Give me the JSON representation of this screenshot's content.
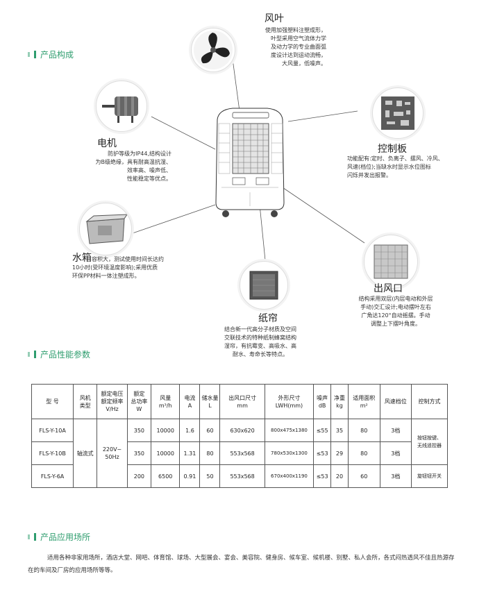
{
  "sections": {
    "composition": "产品构成",
    "performance": "产品性能参数",
    "application": "产品应用场所"
  },
  "components": {
    "fan": {
      "title": "风叶",
      "desc": [
        "使用加强塑料注塑成形，",
        "叶型采用空气流体力学",
        "及动力学的专业曲面弧",
        "度设计达到运动流畅，",
        "大风量，低噪声。"
      ]
    },
    "motor": {
      "title": "电机",
      "desc": [
        "防护等级为IP44,结构设计",
        "为B级绝缘，具有耐高温抗湿、",
        "效率高、噪声低、",
        "性能稳定等优点。"
      ]
    },
    "control": {
      "title": "控制板",
      "desc": [
        "功能配有:定时、负离子、摆风、冷风、",
        "风速(档位);当缺水时显示水位图标",
        "闪烁并发出报警。"
      ]
    },
    "tank": {
      "title": "水箱",
      "title_suffix": "容积大，测试使用时间长达约",
      "desc": [
        "10小时(受环境温度影响);采用优质",
        "环保PP材料一体注塑成形。"
      ]
    },
    "outlet": {
      "title": "出风口",
      "desc": [
        "结构采用双层(内层电动和外层",
        "手动)交汇设计;电动摆叶左右",
        "广角达120°自动摇摆。手动",
        "调整上下摆叶角度。"
      ]
    },
    "curtain": {
      "title": "纸帘",
      "desc": [
        "结合新一代高分子材质及空间",
        "交联技术的特种纸制蜂窝结构",
        "湿帘，有抗霉变、高吸水、高",
        "耐水、寿命长等特点。"
      ]
    }
  },
  "table": {
    "headers": [
      [
        "型  号"
      ],
      [
        "风机",
        "类型"
      ],
      [
        "额定电压",
        "额定频率",
        "V/Hz"
      ],
      [
        "额定",
        "总功率",
        "W"
      ],
      [
        "风量",
        "m³/h"
      ],
      [
        "电流",
        "A"
      ],
      [
        "储水量",
        "L"
      ],
      [
        "出风口尺寸",
        "mm"
      ],
      [
        "外形尺寸",
        "LWH(mm)"
      ],
      [
        "噪声",
        "dB"
      ],
      [
        "净重",
        "kg"
      ],
      [
        "适用面积",
        "m²"
      ],
      [
        "风速档位"
      ],
      [
        "控制方式"
      ]
    ],
    "fan_type": "轴流式",
    "voltage": [
      "220V~",
      "50Hz"
    ],
    "rows": [
      {
        "model": "FLS-Y-10A",
        "power": "350",
        "airflow": "10000",
        "current": "1.6",
        "water": "60",
        "outlet": "630x620",
        "size": "800x475x1380",
        "noise": "≤55",
        "weight": "35",
        "area": "80",
        "speed": "3档"
      },
      {
        "model": "FLS-Y-10B",
        "power": "350",
        "airflow": "10000",
        "current": "1.31",
        "water": "80",
        "outlet": "553x568",
        "size": "780x530x1300",
        "noise": "≤53",
        "weight": "29",
        "area": "80",
        "speed": "3档"
      },
      {
        "model": "FLS-Y-6A",
        "power": "200",
        "airflow": "6500",
        "current": "0.91",
        "water": "50",
        "outlet": "553x568",
        "size": "670x400x1190",
        "noise": "≤53",
        "weight": "20",
        "area": "60",
        "speed": "3档"
      }
    ],
    "control_1": [
      "按钮按键、",
      "无线遥控器"
    ],
    "control_2": "旋钮钮开关"
  },
  "application_text": "适用各种非家用场所，酒店大堂、网吧、体育馆、球场、大型展会、宴会、美容院、健身房、候车室、候机楼、别墅、私人会所，各式闷热透风不佳且热源存在的车间及厂房的应用场所等等。"
}
